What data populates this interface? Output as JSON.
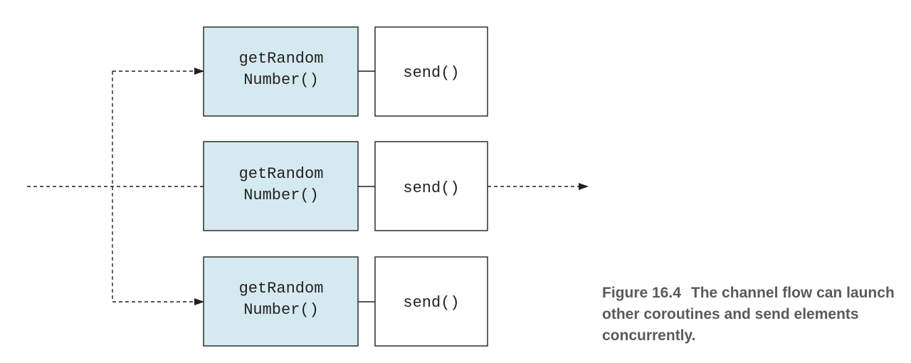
{
  "colors": {
    "coroutine_fill": "#d5eaf0",
    "stroke": "#231f20",
    "caption_text": "#5a5a5a"
  },
  "rows": [
    {
      "coroutine_line1": "getRandom",
      "coroutine_line2": "Number()",
      "send_label": "send()"
    },
    {
      "coroutine_line1": "getRandom",
      "coroutine_line2": "Number()",
      "send_label": "send()"
    },
    {
      "coroutine_line1": "getRandom",
      "coroutine_line2": "Number()",
      "send_label": "send()"
    }
  ],
  "caption": {
    "figure_label": "Figure 16.4",
    "text": "The channel flow can launch other coroutines and send elements concurrently."
  }
}
